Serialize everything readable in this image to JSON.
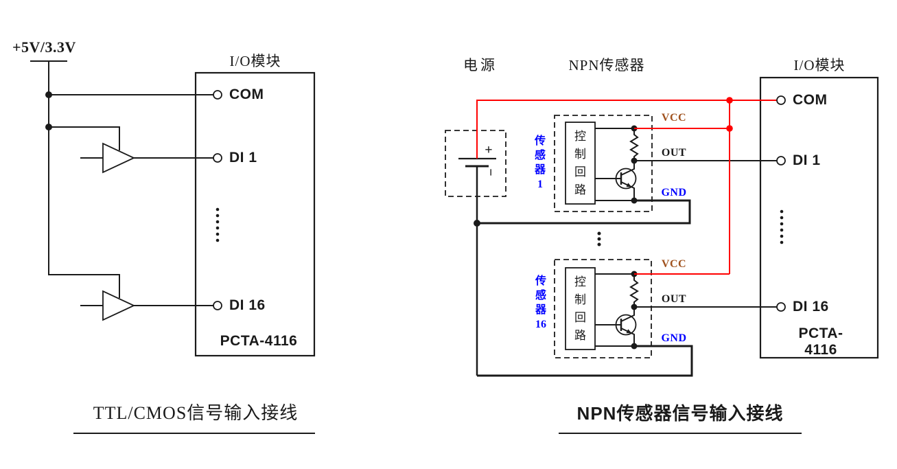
{
  "colors": {
    "wire_black": "#1a1a1a",
    "wire_red": "#ff0000",
    "label_blue": "#0000ff",
    "label_vcc_brown": "#a0521e",
    "background": "#ffffff"
  },
  "left_diagram": {
    "supply_label": "+5V/3.3V",
    "module": {
      "title": "I/O模块",
      "model": "PCTA-4116",
      "terminals": [
        {
          "label": "COM"
        },
        {
          "label": "DI 1"
        },
        {
          "label": "DI 16"
        }
      ]
    },
    "caption": "TTL/CMOS信号输入接线"
  },
  "right_diagram": {
    "power_label": "电源",
    "sensor_group_label": "NPN传感器",
    "battery": {
      "plus": "+",
      "minus": "−"
    },
    "sensors": [
      {
        "name": "传\n感\n器\n1",
        "control_box": "控\n制\n回\n路",
        "pins": {
          "vcc": "VCC",
          "out": "OUT",
          "gnd": "GND"
        }
      },
      {
        "name": "传\n感\n器\n16",
        "control_box": "控\n制\n回\n路",
        "pins": {
          "vcc": "VCC",
          "out": "OUT",
          "gnd": "GND"
        }
      }
    ],
    "module": {
      "title": "I/O模块",
      "model": "PCTA-4116",
      "terminals": [
        {
          "label": "COM"
        },
        {
          "label": "DI 1"
        },
        {
          "label": "DI 16"
        }
      ]
    },
    "caption": "NPN传感器信号输入接线"
  }
}
